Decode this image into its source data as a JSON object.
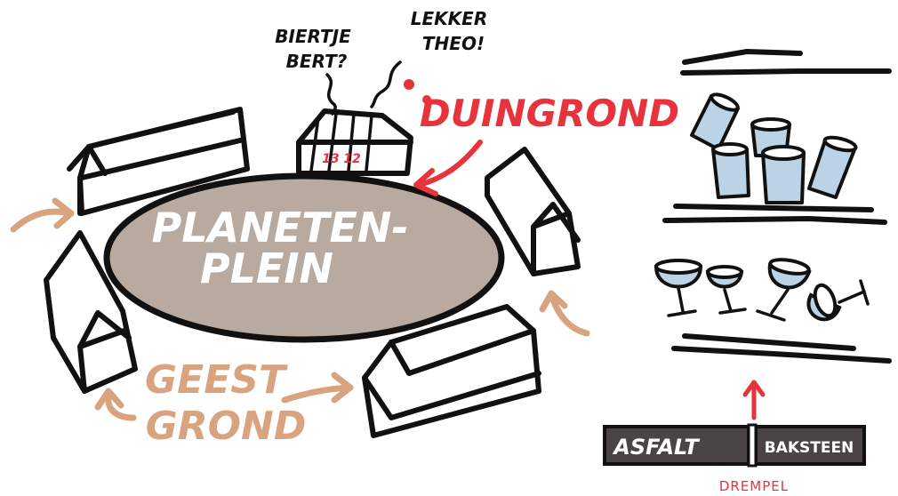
{
  "labels": {
    "plaza_line1": "PLANETEN-",
    "plaza_line2": "PLEIN",
    "duingrond": "DUINGROND",
    "geest_line1": "GEEST",
    "geest_line2": "GROND",
    "bubble1_line1": "BIERTJE",
    "bubble1_line2": "BERT?",
    "bubble2_line1": "LEKKER",
    "bubble2_line2": "THEO!",
    "house_num_a": "13",
    "house_num_b": "12",
    "asfalt": "ASFALT",
    "baksteen": "BAKSTEEN",
    "drempel": "DREMPEL"
  },
  "colors": {
    "ink": "#111111",
    "red_accent": "#e8323c",
    "tan_accent": "#d9a37f",
    "plaza_fill": "#b9aaa0",
    "glass_blue": "#bcd3e6",
    "road_fill": "#4a4446"
  }
}
